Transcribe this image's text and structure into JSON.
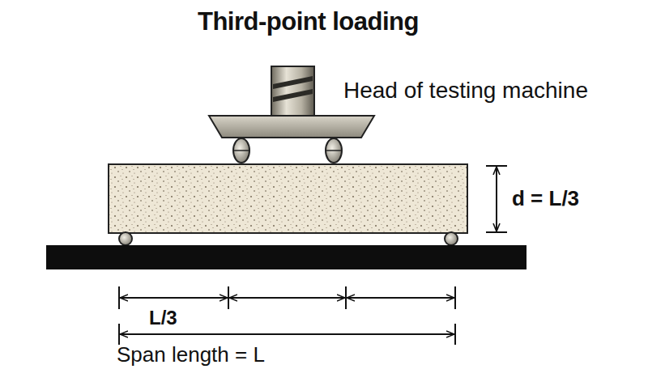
{
  "diagram": {
    "title": "Third-point loading",
    "labels": [
      "Head of testing machine",
      "d = L/3",
      "L/3",
      "Span length = L"
    ]
  }
}
